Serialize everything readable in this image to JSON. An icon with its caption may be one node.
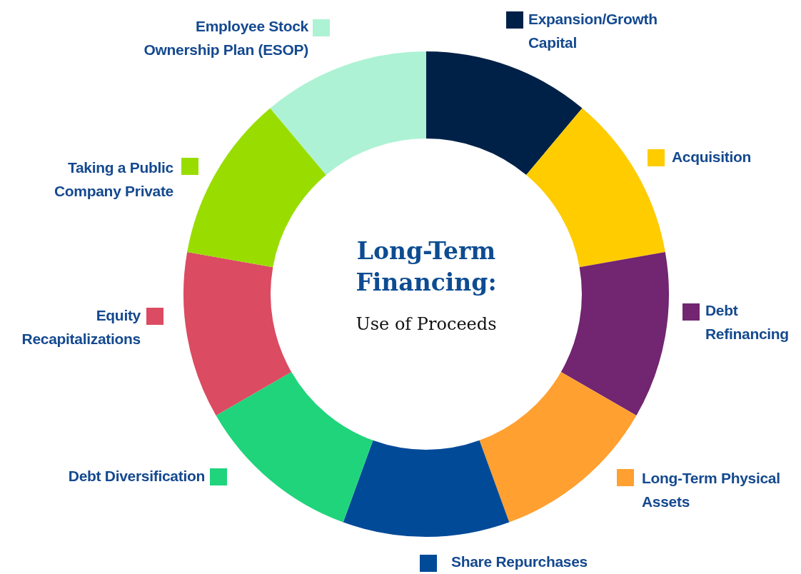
{
  "diagram": {
    "title": "Long-Term Financing:",
    "labels": [
      "Use of Proceeds"
    ],
    "legend": [
      {
        "text": "Expansion/Growth Capital",
        "color": "#002147"
      },
      {
        "text": "Acquisition",
        "color": "#ffcc00"
      },
      {
        "text": "Debt Refinancing",
        "color": "#722570"
      },
      {
        "text": "Long-Term Physical Assets",
        "color": "#ffa030"
      },
      {
        "text": "Share Repurchases",
        "color": "#004a98"
      },
      {
        "text": "Debt Diversification",
        "color": "#20d47c"
      },
      {
        "text": "Equity Recapitalizations",
        "color": "#db4b62"
      },
      {
        "text": "Taking a Public Company Private",
        "color": "#99dd00"
      },
      {
        "text": "Employee Stock Ownership Plan (ESOP)",
        "color": "#adf2d4"
      }
    ]
  }
}
